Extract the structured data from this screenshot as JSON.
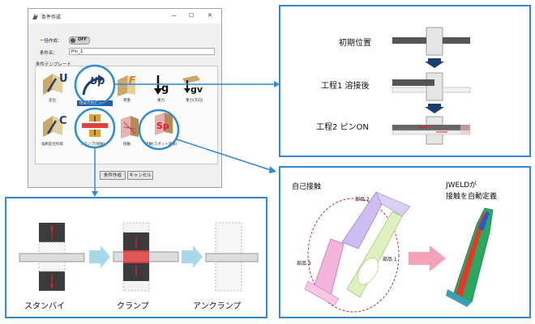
{
  "window": {
    "title": "条件作成",
    "controls": {
      "minimize": "—",
      "maximize": "☐",
      "close": "✕"
    },
    "batch_label": "一括作成：",
    "toggle_state": "OFF",
    "name_label": "条件名：",
    "name_value": "Pin_1",
    "template_label": "条件テンプレート",
    "tiles": [
      {
        "symbol": "U",
        "caption": "変位"
      },
      {
        "symbol": "Up",
        "caption": "位置きめピン"
      },
      {
        "symbol": "F",
        "caption": "荷重"
      },
      {
        "symbol": "g",
        "caption": "重力"
      },
      {
        "symbol": "gv",
        "caption": "重力(方向)"
      },
      {
        "symbol": "C",
        "caption": "強制変位拘束"
      },
      {
        "symbol": "",
        "caption": "クランプ(接触)"
      },
      {
        "symbol": "",
        "caption": "接触"
      },
      {
        "symbol": "Sp",
        "caption": "接触(スポット溶接)"
      }
    ],
    "create_button": "条件作成",
    "cancel_button": "キャンセル"
  },
  "pin_panel": {
    "steps": [
      "初期位置",
      "工程1 溶接後",
      "工程2 ピンON"
    ]
  },
  "clamp_panel": {
    "states": [
      "スタンバイ",
      "クランプ",
      "アンクランプ"
    ]
  },
  "contact_panel": {
    "self_contact": "自己接触",
    "parts": [
      "部品 2",
      "部品 3",
      "部品 1"
    ],
    "message_line1": "JWELDが",
    "message_line2": "接触を自動定義"
  },
  "colors": {
    "panel_border": "#3a86c8",
    "highlight_circle": "#2f8ad6",
    "arrow_fill": "#a8d8ea",
    "pink_arrow": "#f3a3b5",
    "red_marker": "#e02020",
    "dark_bar": "#3b3b3b",
    "pin_arrow": "#1f3d6e"
  }
}
